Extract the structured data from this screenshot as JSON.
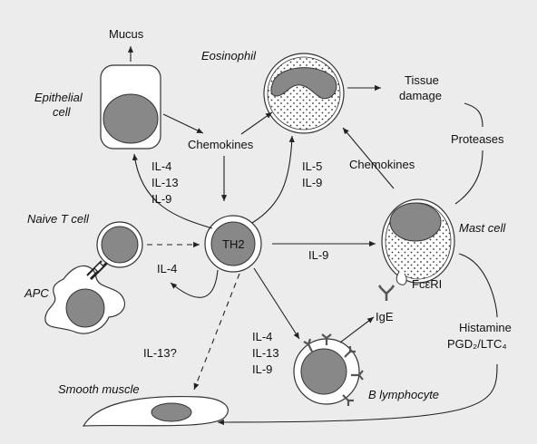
{
  "labels": {
    "mucus": "Mucus",
    "epithelial_cell_1": "Epithelial",
    "epithelial_cell_2": "cell",
    "eosinophil": "Eosinophil",
    "tissue_damage_1": "Tissue",
    "tissue_damage_2": "damage",
    "chemokines_center": "Chemokines",
    "proteases": "Proteases",
    "chemokines_right": "Chemokines",
    "left_cytokines": [
      "IL-4",
      "IL-13",
      "IL-9"
    ],
    "eos_cytokines": [
      "IL-5",
      "IL-9"
    ],
    "naive_t_cell": "Naive T cell",
    "th2": "TH2",
    "mast_cell": "Mast cell",
    "il9_mast": "IL-9",
    "il4_loop": "IL-4",
    "apc": "APC",
    "fceri": "FcεRI",
    "ige": "IgE",
    "il13q": "IL-13?",
    "bcell_cytokines": [
      "IL-4",
      "IL-13",
      "IL-9"
    ],
    "histamine": "Histamine",
    "pgd2_ltc4": "PGD₂/LTC₄",
    "smooth_muscle": "Smooth muscle",
    "b_lymphocyte": "B lymphocyte"
  }
}
